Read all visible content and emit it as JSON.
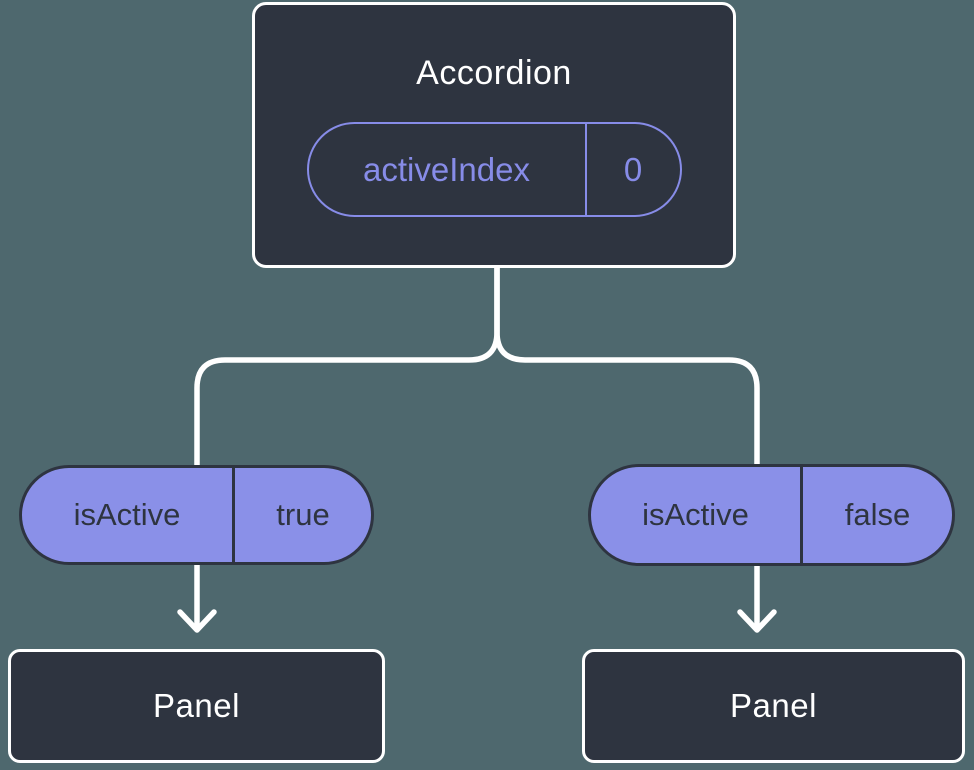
{
  "colors": {
    "background": "#4e686e",
    "node-fill": "#2e3440",
    "node-border": "#ffffff",
    "node-text": "#ffffff",
    "pill-fill": "#8a90e8",
    "pill-border": "#2e3440",
    "pill-text": "#2e3440",
    "state-outline": "#878ce8",
    "connector": "#ffffff"
  },
  "tree": {
    "root": {
      "label": "Accordion",
      "state": {
        "name": "activeIndex",
        "value": "0"
      }
    },
    "branches": [
      {
        "prop": {
          "name": "isActive",
          "value": "true"
        },
        "child": {
          "label": "Panel"
        }
      },
      {
        "prop": {
          "name": "isActive",
          "value": "false"
        },
        "child": {
          "label": "Panel"
        }
      }
    ]
  }
}
